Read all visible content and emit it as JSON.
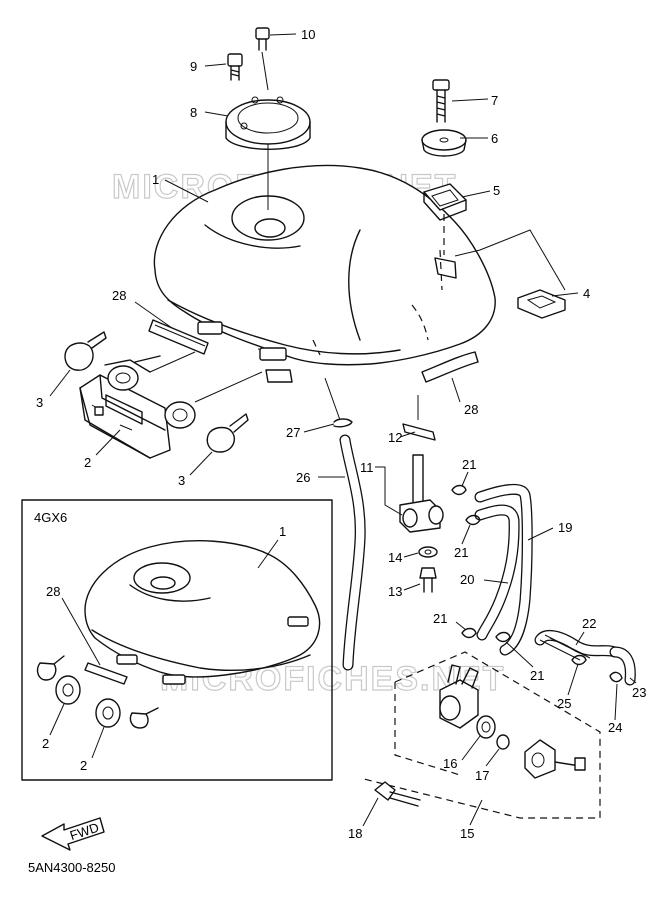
{
  "watermark": "MICROFICHES.NET",
  "inset_title": "4GX6",
  "fwd_label": "FWD",
  "drawing_code": "5AN4300-8250",
  "callouts": [
    "1",
    "2",
    "3",
    "4",
    "5",
    "6",
    "7",
    "8",
    "9",
    "10",
    "11",
    "12",
    "13",
    "14",
    "15",
    "16",
    "17",
    "18",
    "19",
    "20",
    "21",
    "22",
    "23",
    "24",
    "25",
    "26",
    "27",
    "28"
  ]
}
